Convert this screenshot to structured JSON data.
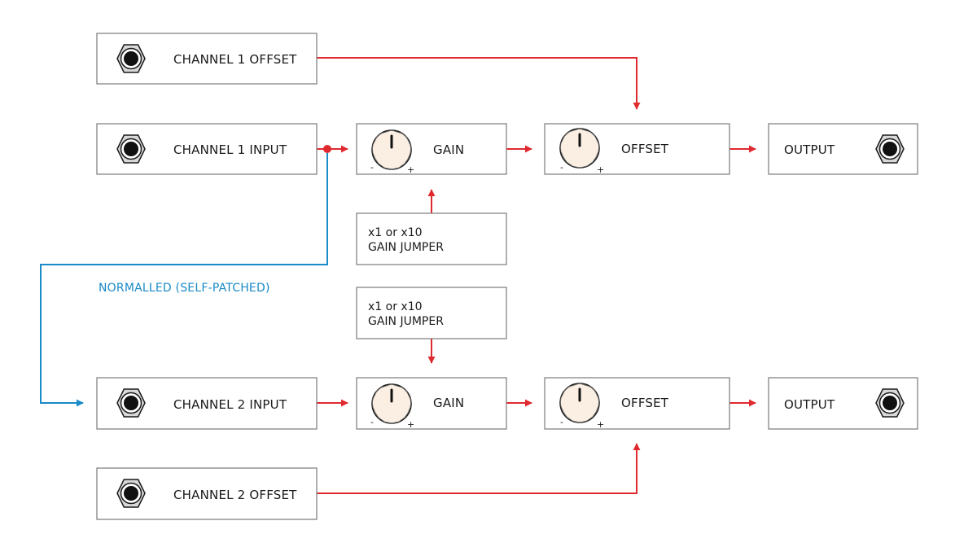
{
  "colors": {
    "signal": "#e0292e",
    "normalled": "#1a8ac8",
    "knob_fill": "#fbeee2"
  },
  "rows": {
    "ch1_offset_label": "CHANNEL 1 OFFSET",
    "ch1_input_label": "CHANNEL 1 INPUT",
    "ch1_gain_label": "GAIN",
    "ch1_offset_knob_label": "OFFSET",
    "ch1_output_label": "OUTPUT",
    "ch1_jumper_line1": "x1 or x10",
    "ch1_jumper_line2": "GAIN JUMPER",
    "ch2_jumper_line1": "x1 or x10",
    "ch2_jumper_line2": "GAIN JUMPER",
    "ch2_input_label": "CHANNEL 2 INPUT",
    "ch2_gain_label": "GAIN",
    "ch2_offset_knob_label": "OFFSET",
    "ch2_output_label": "OUTPUT",
    "ch2_offset_label": "CHANNEL 2 OFFSET"
  },
  "normalled_label": "NORMALLED (SELF-PATCHED)",
  "knob_signs": {
    "minus": "-",
    "plus": "+"
  },
  "icons": {
    "jack": "mono-jack-icon",
    "knob": "potentiometer-knob-icon"
  }
}
